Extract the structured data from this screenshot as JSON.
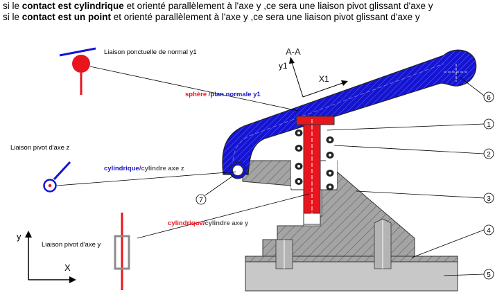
{
  "header": {
    "line1": {
      "pre": "si le ",
      "bold": "contact est cylindrique",
      "post": " et orienté parallèlement à l'axe y ,ce sera une liaison pivot glissant d'axe y"
    },
    "line2": {
      "pre": "si le ",
      "bold": "contact est un point",
      "post": " et orienté parallèlement à l'axe y ,ce sera une liaison pivot glissant d'axe y"
    }
  },
  "labels": {
    "ponctuelle": "Liaison ponctuelle de normal y1",
    "pivot_z": "Liaison pivot d'axe z",
    "pivot_y": "Liaison pivot d'axe y",
    "section": "A-A",
    "axis_y1": "y1",
    "axis_x1": "X1",
    "axis_y": "y",
    "axis_x": "X"
  },
  "contacts": {
    "sphere": {
      "a": "sphère",
      "sep": " /",
      "b": "plan normale y1"
    },
    "cyl_z": {
      "a": "cylindrique",
      "sep": "/",
      "b": "cylindre axe z"
    },
    "cyl_y": {
      "a": "cylindrique",
      "sep": "/",
      "b": "cylindre axe y"
    }
  },
  "parts": [
    "1",
    "2",
    "3",
    "4",
    "5",
    "6",
    "7"
  ],
  "colors": {
    "blue": "#1414d2",
    "red": "#e8141e",
    "hatch": "#a0a0a0",
    "dark": "#555555",
    "purple": "#7a2a86"
  }
}
